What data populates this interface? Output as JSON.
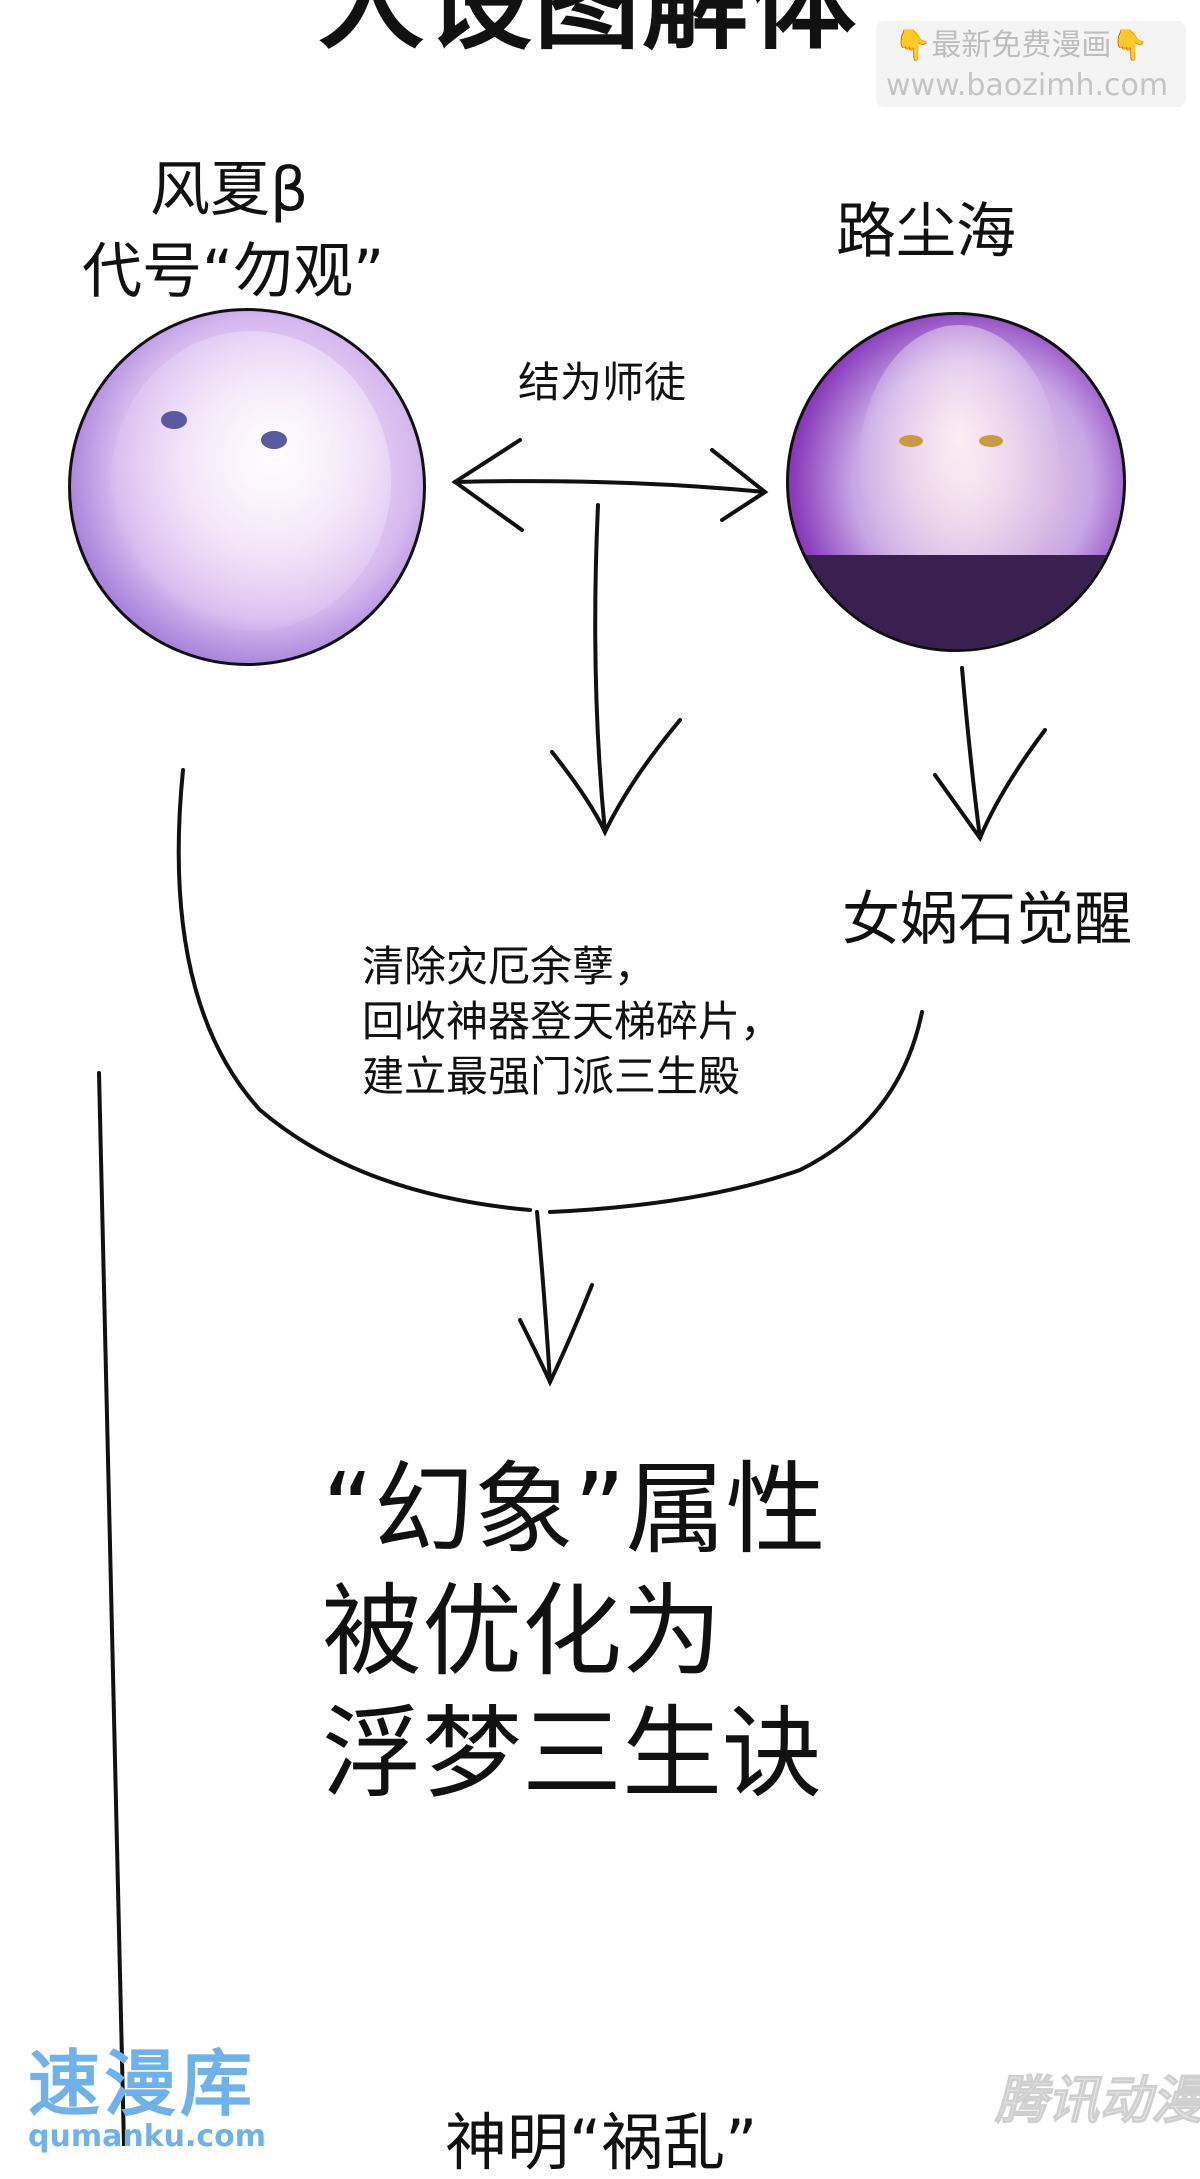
{
  "title": "人设图解体",
  "watermark_top": {
    "line1": "👇最新免费漫画👇",
    "line2": "www.baozimh.com"
  },
  "characters": {
    "left": {
      "name_line1": "风夏β",
      "name_line2": "代号“勿观”"
    },
    "right": {
      "name": "路尘海"
    }
  },
  "relation_label": "结为师徒",
  "right_event": "女娲石觉醒",
  "joint_events": [
    "清除灾厄余孽，",
    "回收神器登天梯碎片，",
    "建立最强门派三生殿"
  ],
  "result_lines": [
    "“幻象”属性",
    "被优化为",
    "浮梦三生诀"
  ],
  "bottom_partial": "神明“祸乱”",
  "watermark_bottom_left": {
    "line1": "速漫库",
    "line2": "qumanku.com"
  },
  "watermark_bottom_right": "腾讯动漫",
  "colors": {
    "ink": "#111111",
    "qumanku_blue": "#6fb2ea",
    "portrait_purple": "#8a3cbc"
  }
}
